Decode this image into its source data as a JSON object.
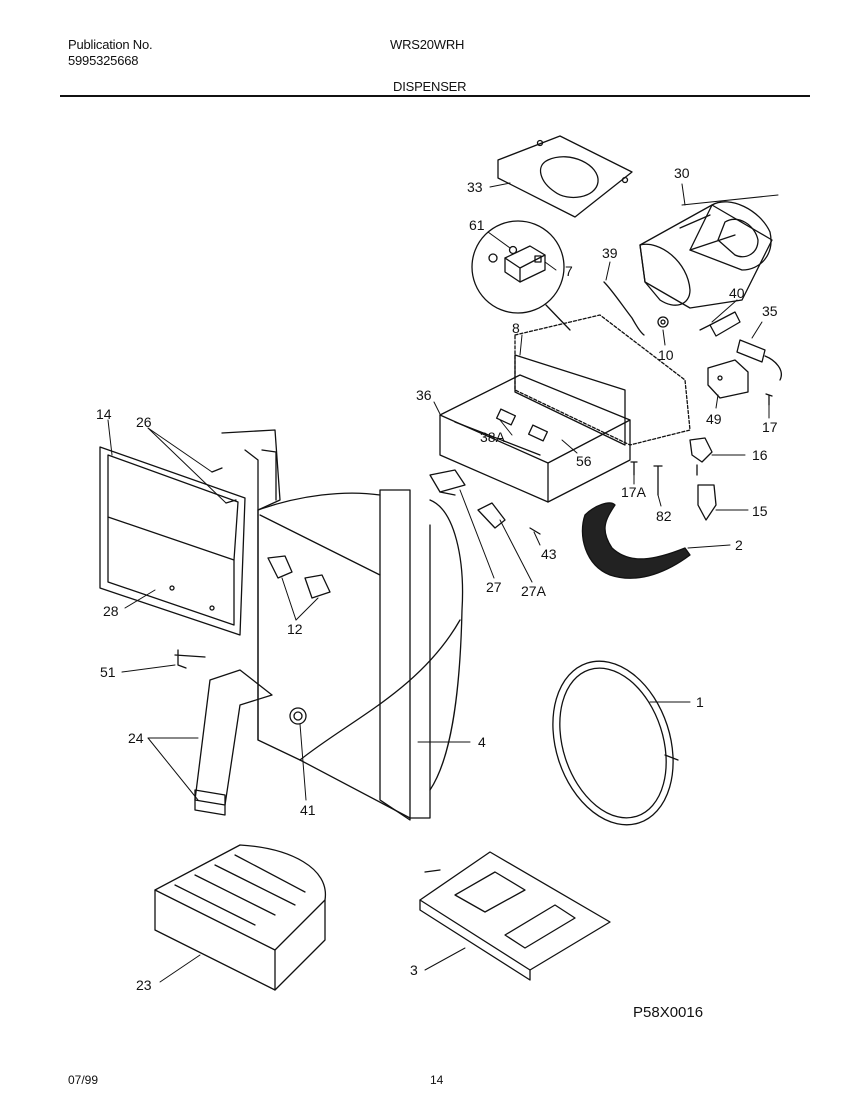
{
  "header": {
    "publication_label": "Publication No.",
    "publication_number": "5995325668",
    "model": "WRS20WRH",
    "section": "DISPENSER"
  },
  "callouts": {
    "p33": "33",
    "p30": "30",
    "p61": "61",
    "p7": "7",
    "p39": "39",
    "p40": "40",
    "p35": "35",
    "p8": "8",
    "p10": "10",
    "p36": "36",
    "p49": "49",
    "p17": "17",
    "p14": "14",
    "p26": "26",
    "p38A": "38A",
    "p56": "56",
    "p16": "16",
    "p17A": "17A",
    "p82": "82",
    "p15": "15",
    "p43": "43",
    "p2": "2",
    "p27": "27",
    "p27A": "27A",
    "p28": "28",
    "p12": "12",
    "p51": "51",
    "p1": "1",
    "p24": "24",
    "p4": "4",
    "p41": "41",
    "p23": "23",
    "p3": "3"
  },
  "footer": {
    "figure_code": "P58X0016",
    "date": "07/99",
    "page": "14"
  }
}
